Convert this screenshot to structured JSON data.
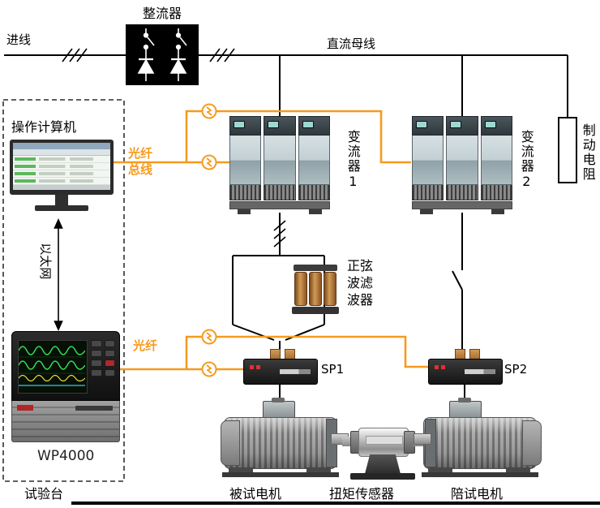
{
  "labels": {
    "rectifier": "整流器",
    "incoming_line": "进线",
    "dc_bus": "直流母线",
    "operator_computer": "操作计算机",
    "fiber_bus": "光纤总线",
    "converter1": "变流器1",
    "converter2": "变流器2",
    "braking_resistor": "制动电阻",
    "ethernet": "以太网",
    "sine_filter": "正弦波滤波器",
    "wp4000": "WP4000",
    "fiber": "光纤",
    "sp1": "SP1",
    "sp2": "SP2",
    "test_bench": "试验台",
    "motor_under_test": "被试电机",
    "torque_sensor": "扭矩传感器",
    "load_motor": "陪试电机"
  },
  "colors": {
    "fiber_orange": "#F59B1E",
    "line": "#000000"
  }
}
